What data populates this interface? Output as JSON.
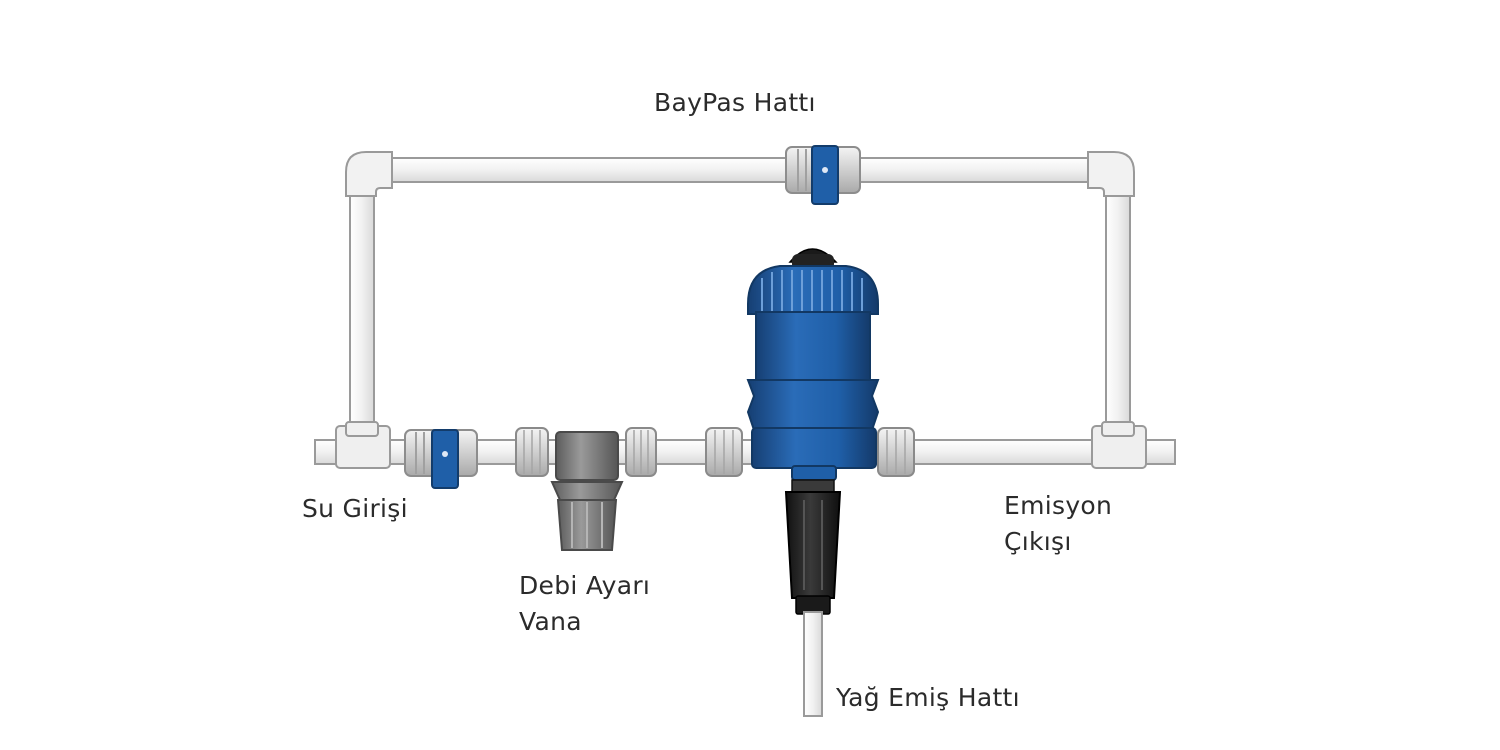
{
  "labels": {
    "bypass_line": "BayPas Hattı",
    "water_inlet": "Su Girişi",
    "flow_valve": [
      "Debi Ayarı",
      "Vana"
    ],
    "emission_outlet": [
      "Emisyon",
      "Çıkışı"
    ],
    "oil_suction_line": "Yağ Emiş Hattı"
  },
  "colors": {
    "pipe_fill": "#f3f3f3",
    "pipe_stroke": "#9a9a9a",
    "valve_handle": "#1f5fa8",
    "dosing_pump": "#1f5fa8",
    "filter_body": "#7a7a7a",
    "suction_body": "#1c1c1c"
  }
}
